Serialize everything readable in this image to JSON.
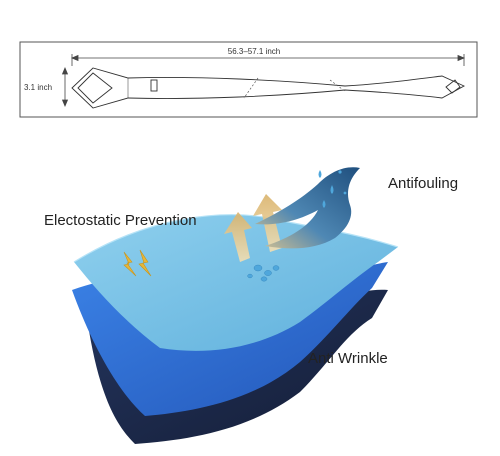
{
  "tie_dimensions": {
    "length_label": "56.3–57.1 inch",
    "width_label": "3.1 inch"
  },
  "features": {
    "antifouling": "Antifouling",
    "electrostatic": "Electostatic Prevention",
    "wrinkle": "Anti Wrinkle"
  },
  "colors": {
    "top_layer": "#76bde0",
    "middle_layer": "#2f6fd6",
    "bottom_layer": "#1e2c4e",
    "arrows": "#e7c98f",
    "swoosh": "#3a6f9c",
    "lightning": "#e6b63a",
    "water_drops": "#4fa7dc"
  },
  "icons": [
    "lightning-icon",
    "water-drop-icon",
    "arrow-up-icon",
    "swoosh-icon"
  ]
}
